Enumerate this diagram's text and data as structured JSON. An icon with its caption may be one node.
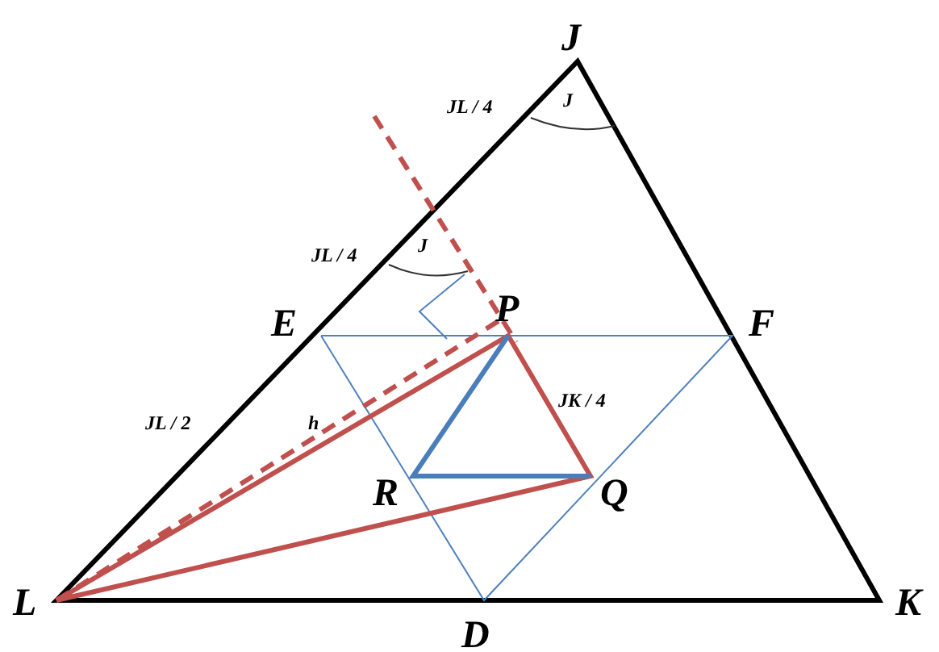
{
  "diagram": {
    "labels": [
      "J",
      "JL / 4",
      "J",
      "JL / 4",
      "J",
      "E",
      "P",
      "F",
      "JL / 2",
      "h",
      "JK / 4",
      "R",
      "Q",
      "L",
      "D",
      "K"
    ]
  }
}
